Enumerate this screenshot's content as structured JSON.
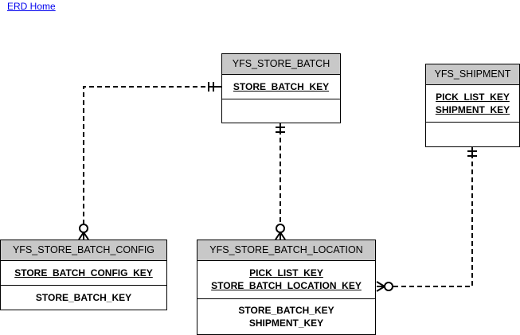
{
  "nav": {
    "home_link": "ERD Home"
  },
  "entities": {
    "store_batch": {
      "title": "YFS_STORE_BATCH",
      "pk": [
        "STORE_BATCH_KEY"
      ],
      "attrs": []
    },
    "shipment": {
      "title": "YFS_SHIPMENT",
      "pk": [
        "PICK_LIST_KEY",
        "SHIPMENT_KEY"
      ],
      "attrs": []
    },
    "store_batch_config": {
      "title": "YFS_STORE_BATCH_CONFIG",
      "pk": [
        "STORE_BATCH_CONFIG_KEY"
      ],
      "attrs": [
        "STORE_BATCH_KEY"
      ]
    },
    "store_batch_location": {
      "title": "YFS_STORE_BATCH_LOCATION",
      "pk": [
        "PICK_LIST_KEY",
        "STORE_BATCH_LOCATION_KEY"
      ],
      "attrs": [
        "STORE_BATCH_KEY",
        "SHIPMENT_KEY"
      ]
    }
  },
  "relationships": [
    {
      "from": "YFS_STORE_BATCH",
      "to": "YFS_STORE_BATCH_CONFIG",
      "parent_end": "one-and-only-one",
      "child_end": "zero-or-many"
    },
    {
      "from": "YFS_STORE_BATCH",
      "to": "YFS_STORE_BATCH_LOCATION",
      "parent_end": "one-and-only-one",
      "child_end": "zero-or-many"
    },
    {
      "from": "YFS_SHIPMENT",
      "to": "YFS_STORE_BATCH_LOCATION",
      "parent_end": "one-and-only-one",
      "child_end": "zero-or-many"
    }
  ]
}
